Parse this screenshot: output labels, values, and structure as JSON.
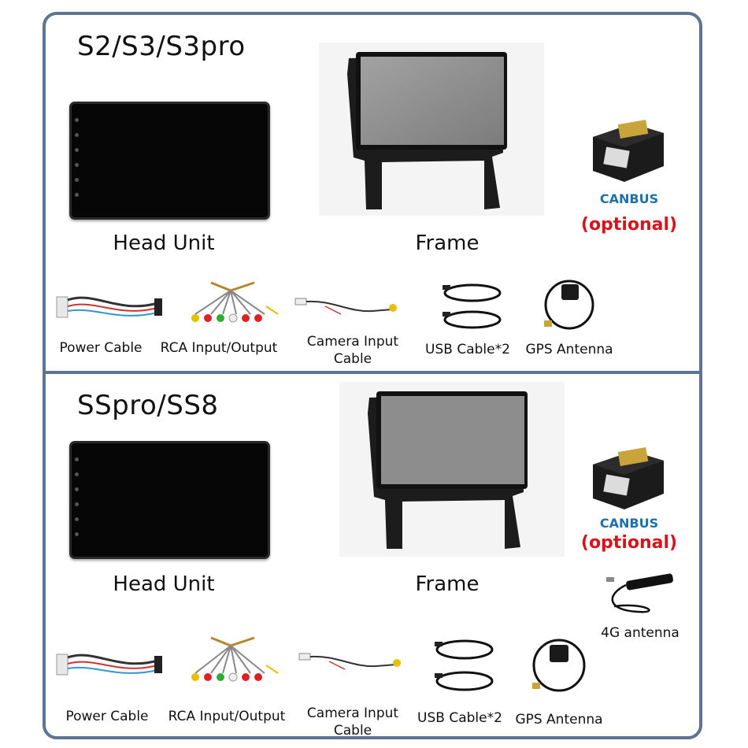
{
  "sections": [
    {
      "title": "S2/S3/S3pro",
      "head_unit_label": "Head Unit",
      "frame_label": "Frame",
      "canbus_label": "CANBUS",
      "optional_label": "(optional)",
      "accessories": {
        "power_cable": "Power Cable",
        "rca": "RCA Input/Output",
        "camera_line1": "Camera Input",
        "camera_line2": "Cable",
        "usb": "USB Cable*2",
        "gps": "GPS Antenna"
      }
    },
    {
      "title": "SSpro/SS8",
      "head_unit_label": "Head Unit",
      "frame_label": "Frame",
      "canbus_label": "CANBUS",
      "optional_label": "(optional)",
      "antenna_4g": "4G antenna",
      "accessories": {
        "power_cable": "Power Cable",
        "rca": "RCA Input/Output",
        "camera_line1": "Camera Input",
        "camera_line2": "Cable",
        "usb": "USB Cable*2",
        "gps": "GPS Antenna"
      }
    }
  ],
  "colors": {
    "border": "#5d7593",
    "canbus_text": "#1f70a8",
    "optional_text": "#d8141a"
  }
}
